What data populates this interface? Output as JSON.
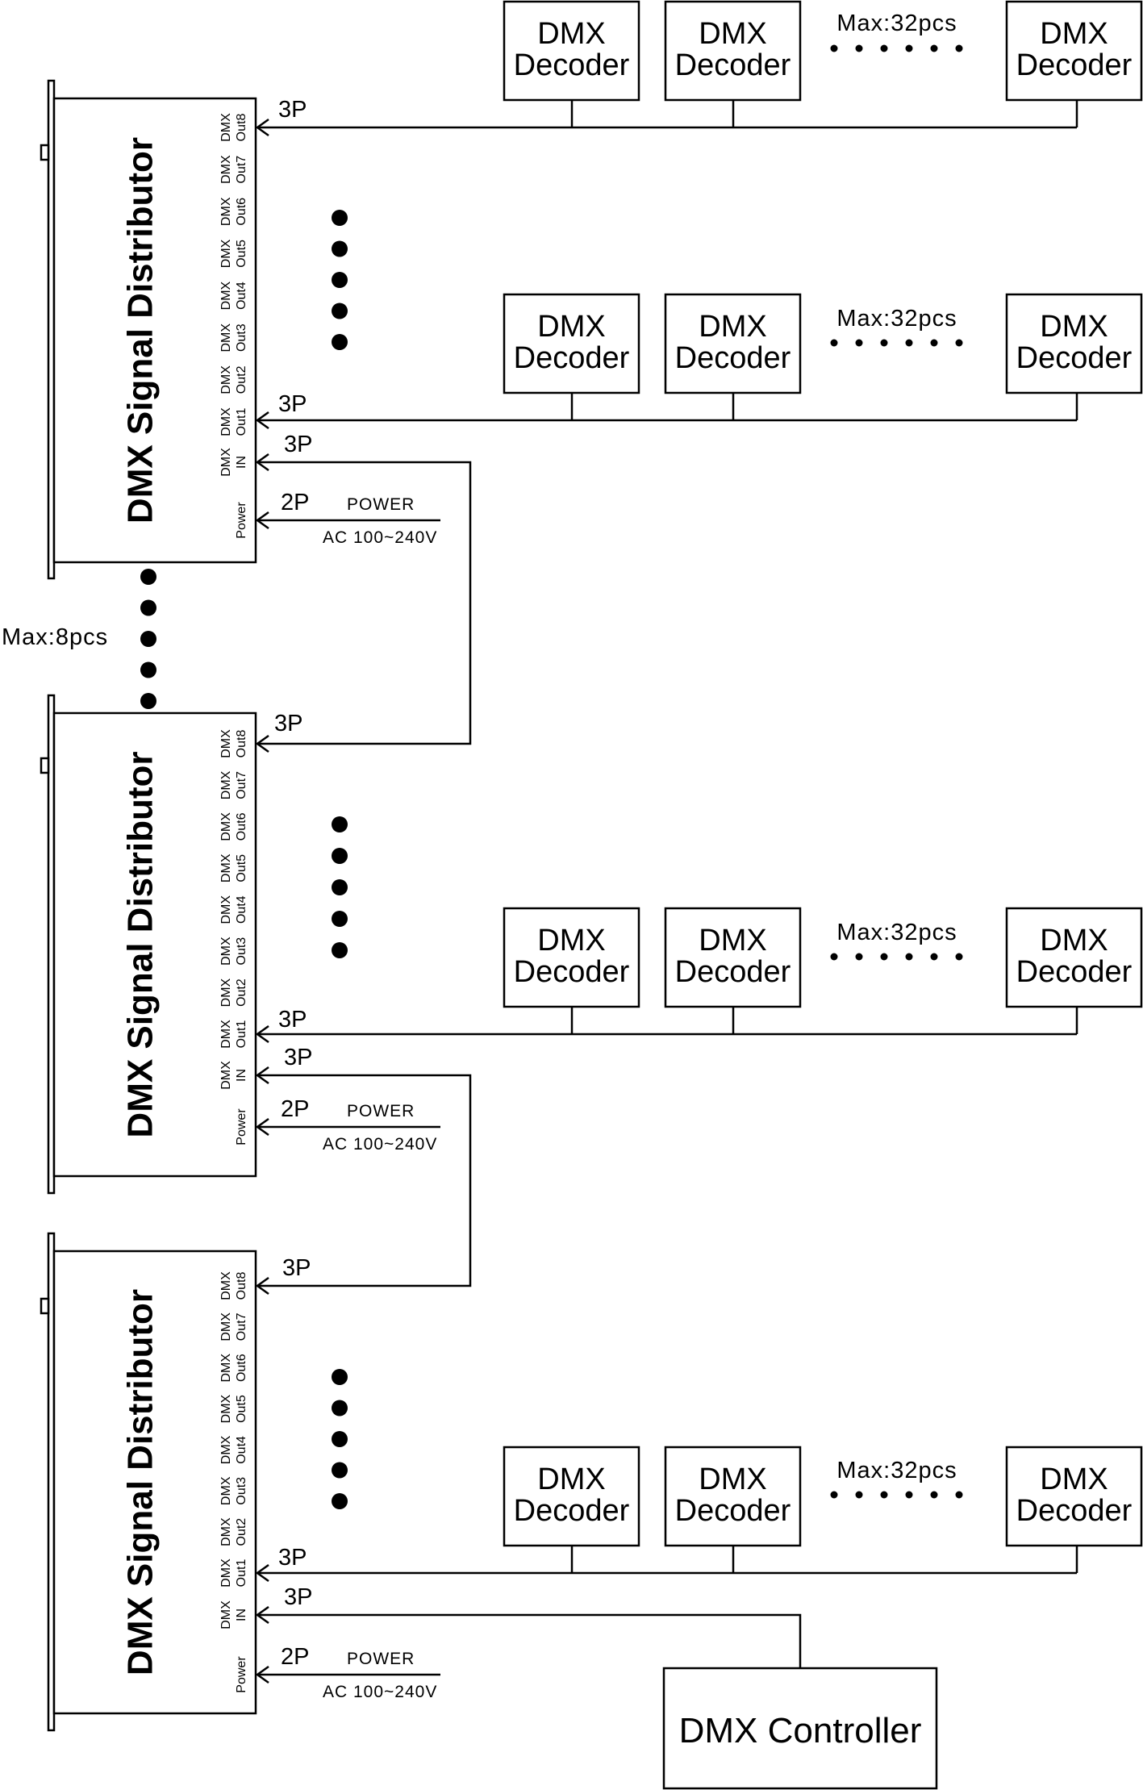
{
  "distributor": {
    "title": "DMX Signal Distributor",
    "ports": {
      "power": "Power",
      "in_top": "DMX",
      "in_bottom": "IN",
      "out_top": "DMX",
      "outputs": [
        "Out1",
        "Out2",
        "Out3",
        "Out4",
        "Out5",
        "Out6",
        "Out7",
        "Out8"
      ]
    }
  },
  "decoder": {
    "line1": "DMX",
    "line2": "Decoder"
  },
  "labels": {
    "pins_3p": "3P",
    "pins_2p": "2P",
    "power": "POWER",
    "ac_range": "AC 100~240V",
    "max_decoders": "Max:32pcs",
    "max_distributors": "Max:8pcs"
  },
  "controller": {
    "label": "DMX Controller"
  }
}
